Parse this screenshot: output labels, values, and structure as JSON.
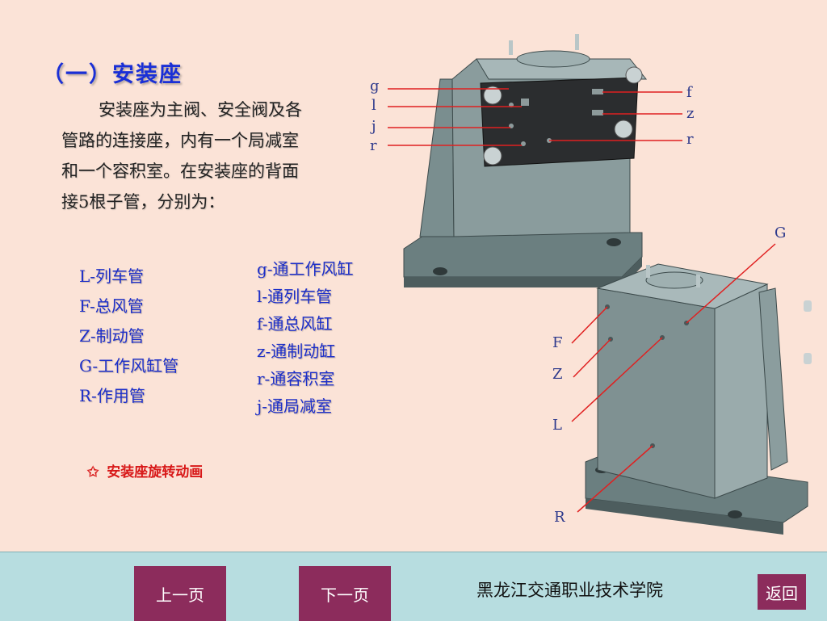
{
  "slide": {
    "title": "（一）安装座",
    "paragraph": "安装座为主阀、安全阀及各管路的连接座，内有一个局减室和一个容积室。在安装座的背面接5根子管，分别为：",
    "pipes": [
      "L-列车管",
      "F-总风管",
      "Z-制动管",
      "G-工作风缸管",
      "R-作用管"
    ],
    "ports": [
      "g-通工作风缸",
      "l-通列车管",
      "f-通总风缸",
      "z-通制动缸",
      "r-通容积室",
      "j-通局减室"
    ],
    "animation_link": {
      "star": "✩",
      "label": "安装座旋转动画"
    },
    "diagram_top_labels": {
      "g": "g",
      "l": "l",
      "j": "j",
      "r_left": "r",
      "f": "f",
      "z": "z",
      "r_right": "r"
    },
    "diagram_bottom_labels": {
      "G": "G",
      "F": "F",
      "Z": "Z",
      "L": "L",
      "R": "R"
    }
  },
  "footer": {
    "prev": "上一页",
    "next": "下一页",
    "school": "黑龙江交通职业技术学院",
    "back": "返回"
  },
  "colors": {
    "slide_bg": "#fbe3d7",
    "footer_bg": "#b7dde0",
    "button": "#8c2c5c",
    "title": "#1a2fd6",
    "list": "#1d2fc9",
    "leader_line": "#e02020"
  }
}
